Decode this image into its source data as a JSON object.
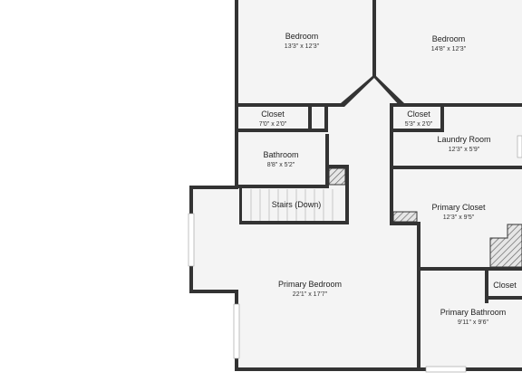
{
  "colors": {
    "background": "#ffffff",
    "floor": "#f4f4f4",
    "wall": "#333333",
    "hatch": "#777777",
    "text": "#222222"
  },
  "rooms": [
    {
      "key": "bedroom-1",
      "name": "Bedroom",
      "dims": "13'3\" x 12'3\""
    },
    {
      "key": "bedroom-2",
      "name": "Bedroom",
      "dims": "14'8\" x 12'3\""
    },
    {
      "key": "closet-1",
      "name": "Closet",
      "dims": "7'0\" x 2'0\""
    },
    {
      "key": "closet-2",
      "name": "Closet",
      "dims": "5'3\" x 2'0\""
    },
    {
      "key": "laundry-room",
      "name": "Laundry Room",
      "dims": "12'3\" x 5'9\""
    },
    {
      "key": "bathroom",
      "name": "Bathroom",
      "dims": "8'8\" x 5'2\""
    },
    {
      "key": "stairs",
      "name": "Stairs (Down)",
      "dims": ""
    },
    {
      "key": "primary-closet",
      "name": "Primary Closet",
      "dims": "12'3\" x 9'5\""
    },
    {
      "key": "primary-bedroom",
      "name": "Primary Bedroom",
      "dims": "22'1\" x 17'7\""
    },
    {
      "key": "closet-3",
      "name": "Closet",
      "dims": ""
    },
    {
      "key": "primary-bathroom",
      "name": "Primary Bathroom",
      "dims": "9'11\" x 9'6\""
    }
  ]
}
